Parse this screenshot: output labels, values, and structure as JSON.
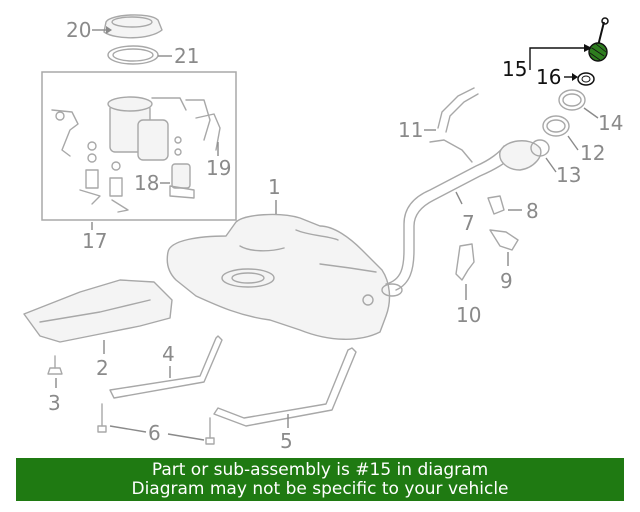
{
  "callouts": {
    "c1": "1",
    "c2": "2",
    "c3": "3",
    "c4": "4",
    "c5": "5",
    "c6": "6",
    "c7": "7",
    "c8": "8",
    "c9": "9",
    "c10": "10",
    "c11": "11",
    "c12": "12",
    "c13": "13",
    "c14": "14",
    "c15": "15",
    "c16": "16",
    "c17": "17",
    "c18": "18",
    "c19": "19",
    "c20": "20",
    "c21": "21"
  },
  "highlight": {
    "part": "15",
    "color": "#2e7d1f"
  },
  "banner": {
    "line1": "Part or sub-assembly is #15 in diagram",
    "line2": "Diagram may not be specific to your vehicle",
    "background": "#1f7a12"
  }
}
